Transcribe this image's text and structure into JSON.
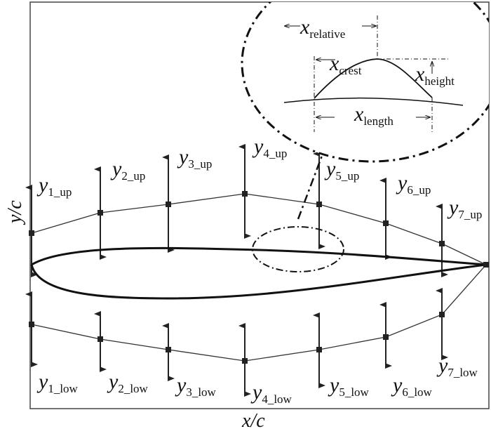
{
  "axes": {
    "xlabel": "x/c",
    "ylabel": "y/c"
  },
  "upper_labels": [
    {
      "v": "y",
      "s": "1_up"
    },
    {
      "v": "y",
      "s": "2_up"
    },
    {
      "v": "y",
      "s": "3_up"
    },
    {
      "v": "y",
      "s": "4_up"
    },
    {
      "v": "y",
      "s": "5_up"
    },
    {
      "v": "y",
      "s": "6_up"
    },
    {
      "v": "y",
      "s": "7_up"
    }
  ],
  "lower_labels": [
    {
      "v": "y",
      "s": "1_low"
    },
    {
      "v": "y",
      "s": "2_low"
    },
    {
      "v": "y",
      "s": "3_low"
    },
    {
      "v": "y",
      "s": "4_low"
    },
    {
      "v": "y",
      "s": "5_low"
    },
    {
      "v": "y",
      "s": "6_low"
    },
    {
      "v": "y",
      "s": "7_low"
    }
  ],
  "inset": {
    "relative": {
      "v": "x",
      "s": "relative"
    },
    "crest": {
      "v": "x",
      "s": "crest"
    },
    "height": {
      "v": "x",
      "s": "height"
    },
    "length": {
      "v": "x",
      "s": "length"
    }
  },
  "colors": {
    "line": "#222222"
  }
}
